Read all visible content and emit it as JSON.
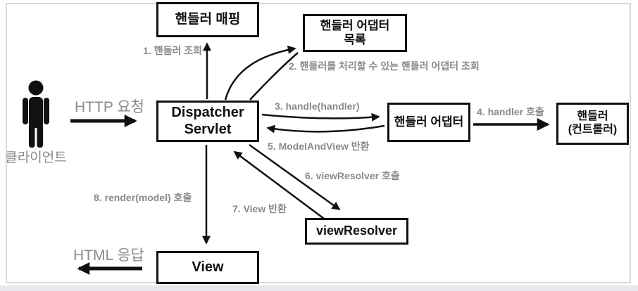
{
  "colors": {
    "box_border": "#111111",
    "arrow": "#111111",
    "label_gray": "#8a8a8a",
    "frame_border": "#d9d9d9",
    "bottom_strip": "#e7e9ec"
  },
  "actor": {
    "label": "클라이언트",
    "icon": "person-icon"
  },
  "boxes": {
    "handler_mapping": {
      "label": "핸들러 매핑"
    },
    "handler_adapter_list": {
      "line1": "핸들러 어댑터",
      "line2": "목록"
    },
    "dispatcher_servlet": {
      "line1": "Dispatcher",
      "line2": "Servlet"
    },
    "handler_adapter": {
      "label": "핸들러 어댑터"
    },
    "handler_controller": {
      "line1": "핸들러",
      "line2": "(컨트롤러)"
    },
    "view_resolver": {
      "label": "viewResolver"
    },
    "view": {
      "label": "View"
    }
  },
  "flows": {
    "http_request": "HTTP 요청",
    "html_response": "HTML 응답",
    "step1": "1. 핸들러 조회",
    "step2": "2. 핸들러를 처리할 수 있는 핸들러 어댑터 조회",
    "step3": "3. handle(handler)",
    "step4": "4. handler 호출",
    "step5": "5. ModelAndView 반환",
    "step6": "6. viewResolver 호출",
    "step7": "7. View 반환",
    "step8": "8. render(model) 호출"
  }
}
